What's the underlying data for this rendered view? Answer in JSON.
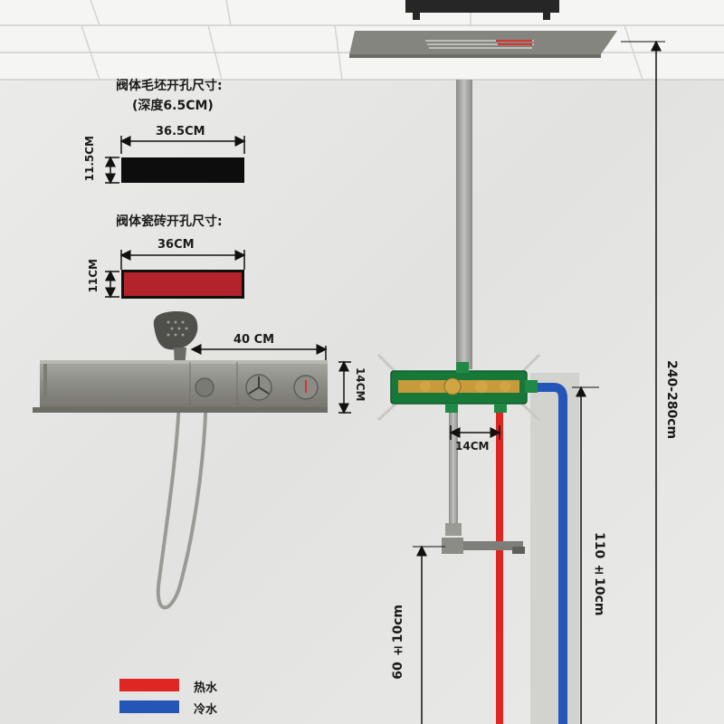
{
  "rough_cutout": {
    "title": "阀体毛坯开孔尺寸:",
    "depth": "(深度6.5CM)",
    "width": "36.5CM",
    "height": "11.5CM",
    "color": "#0d0d0d"
  },
  "tile_cutout": {
    "title": "阀体瓷砖开孔尺寸:",
    "width": "36CM",
    "height": "11CM",
    "color": "#b4222b"
  },
  "panel": {
    "width": "40 CM",
    "height": "14CM"
  },
  "valve": {
    "width": "14CM"
  },
  "heights": {
    "total": "240-280cm",
    "mixer": "110 ±10cm",
    "spout": "60 ±10cm"
  },
  "legend": {
    "hot_label": "热水",
    "cold_label": "冷水",
    "hot_color": "#e02622",
    "cold_color": "#2456b8"
  }
}
